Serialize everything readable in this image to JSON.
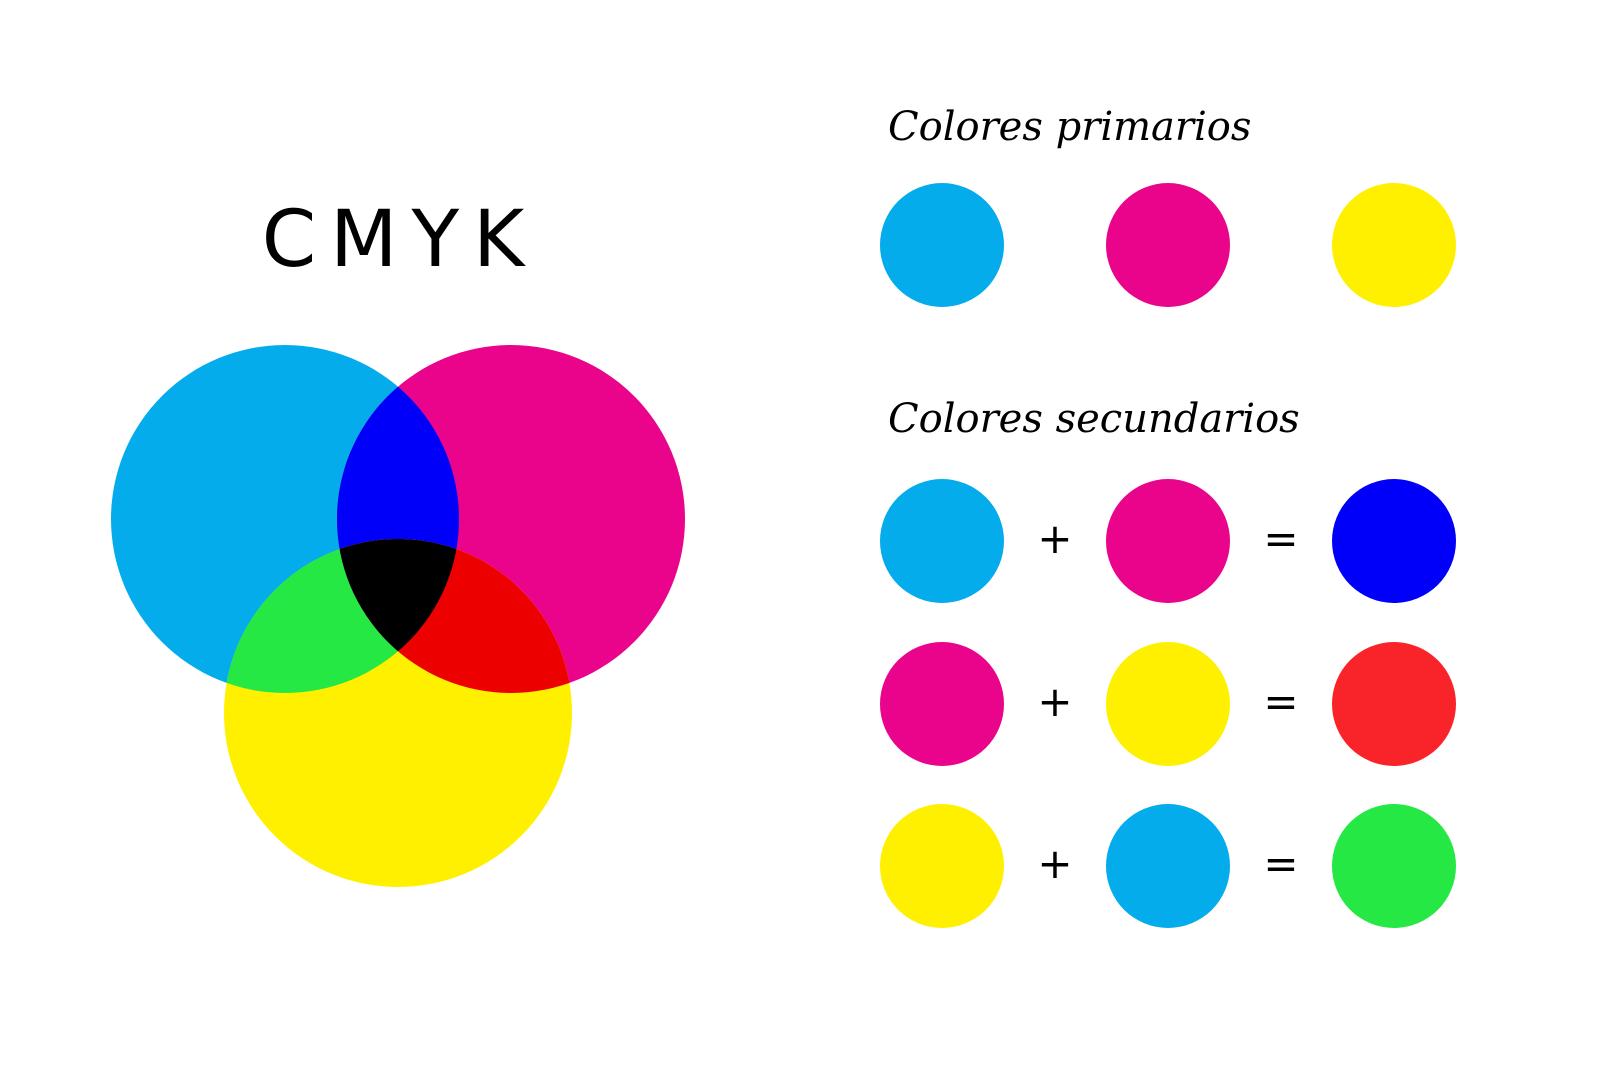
{
  "title": "CMYK",
  "colors": {
    "cyan": "#04ACEC",
    "magenta": "#EA048B",
    "yellow": "#FFF000",
    "blue": "#0000FA",
    "red": "#F8242A",
    "green": "#25E844",
    "overlap_red": "#EC0000",
    "black": "#000000"
  },
  "primary_heading": "Colores primarios",
  "primary_swatches": [
    "cyan",
    "magenta",
    "yellow"
  ],
  "secondary_heading": "Colores secundarios",
  "mixes": [
    {
      "a": "cyan",
      "plus": "+",
      "b": "magenta",
      "equals": "=",
      "result": "blue"
    },
    {
      "a": "magenta",
      "plus": "+",
      "b": "yellow",
      "equals": "=",
      "result": "red"
    },
    {
      "a": "yellow",
      "plus": "+",
      "b": "cyan",
      "equals": "=",
      "result": "green"
    }
  ]
}
